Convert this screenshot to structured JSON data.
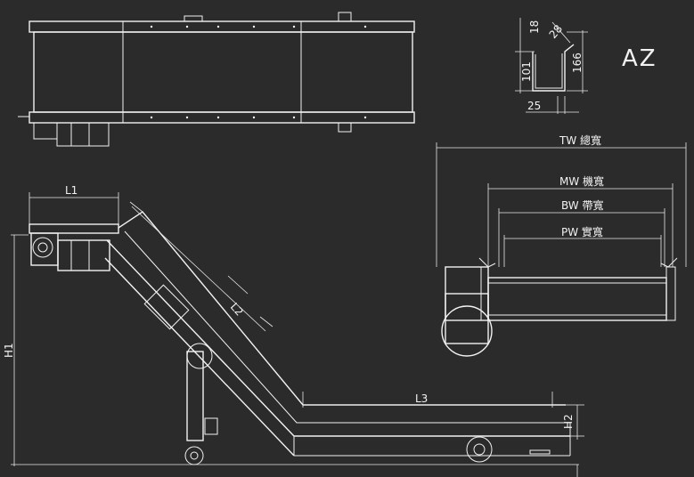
{
  "labels": {
    "model": "AZ",
    "dim_18": "18",
    "dim_28": "28",
    "dim_101": "101",
    "dim_166": "166",
    "dim_25": "25",
    "tw": "TW 總寬",
    "mw": "MW 機寬",
    "bw": "BW 帶寬",
    "pw": "PW 實寬",
    "l1": "L1",
    "l2": "L2",
    "l3": "L3",
    "h1": "H1",
    "h2": "H2"
  },
  "colors": {
    "background": "#2b2b2b",
    "line": "#f2f2f2"
  }
}
